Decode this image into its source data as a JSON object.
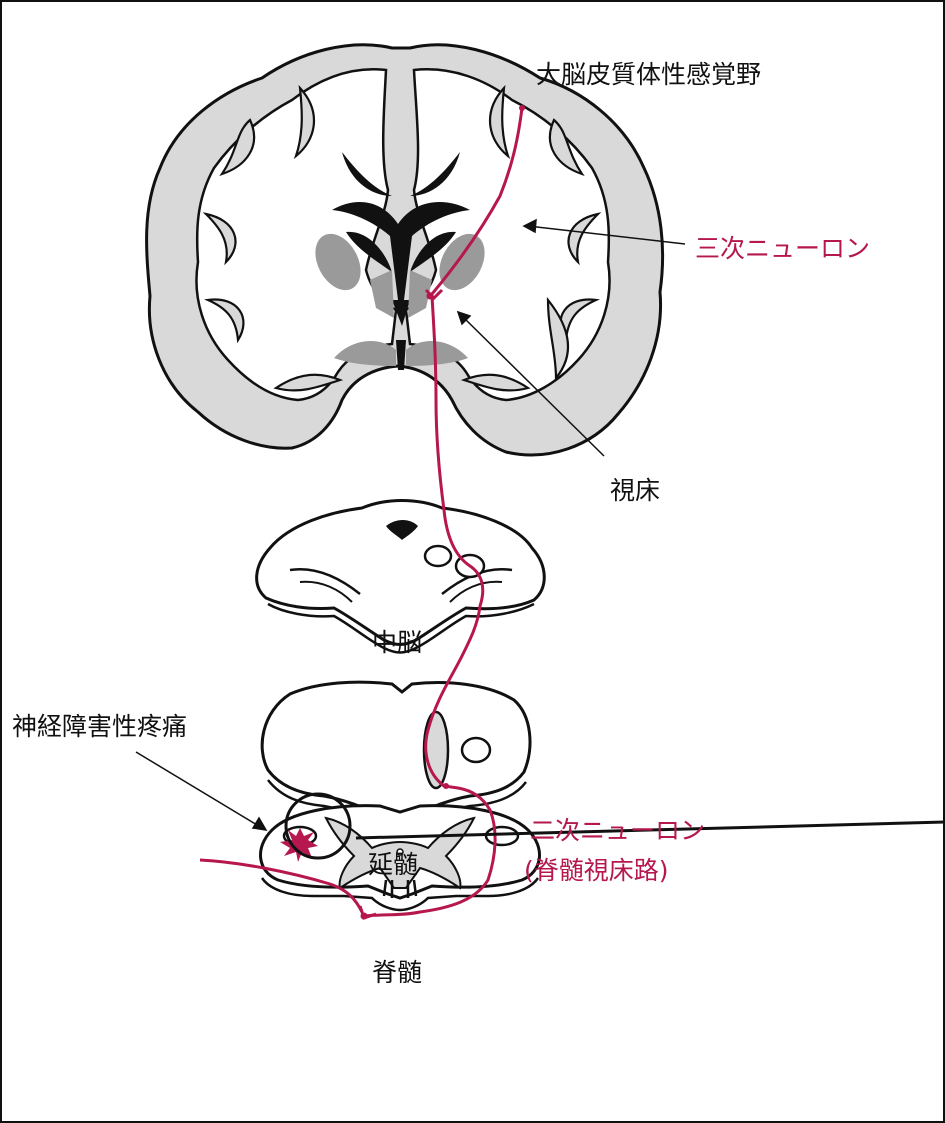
{
  "labels": {
    "cortex": "大脳皮質体性感覚野",
    "third_neuron": "三次ニューロン",
    "thalamus": "視床",
    "midbrain": "中脳",
    "neuropathic_pain": "神経障害性疼痛",
    "medulla": "延髄",
    "second_neuron": "二次ニューロン",
    "spinothalamic": "(脊髄視床路)",
    "spinal_cord": "脊髄"
  },
  "colors": {
    "pathway": "#b5174e",
    "outline": "#111111",
    "gray_matter": "#d9d9d9",
    "nucleus": "#9a9a9a",
    "label_red": "#b5174e"
  }
}
